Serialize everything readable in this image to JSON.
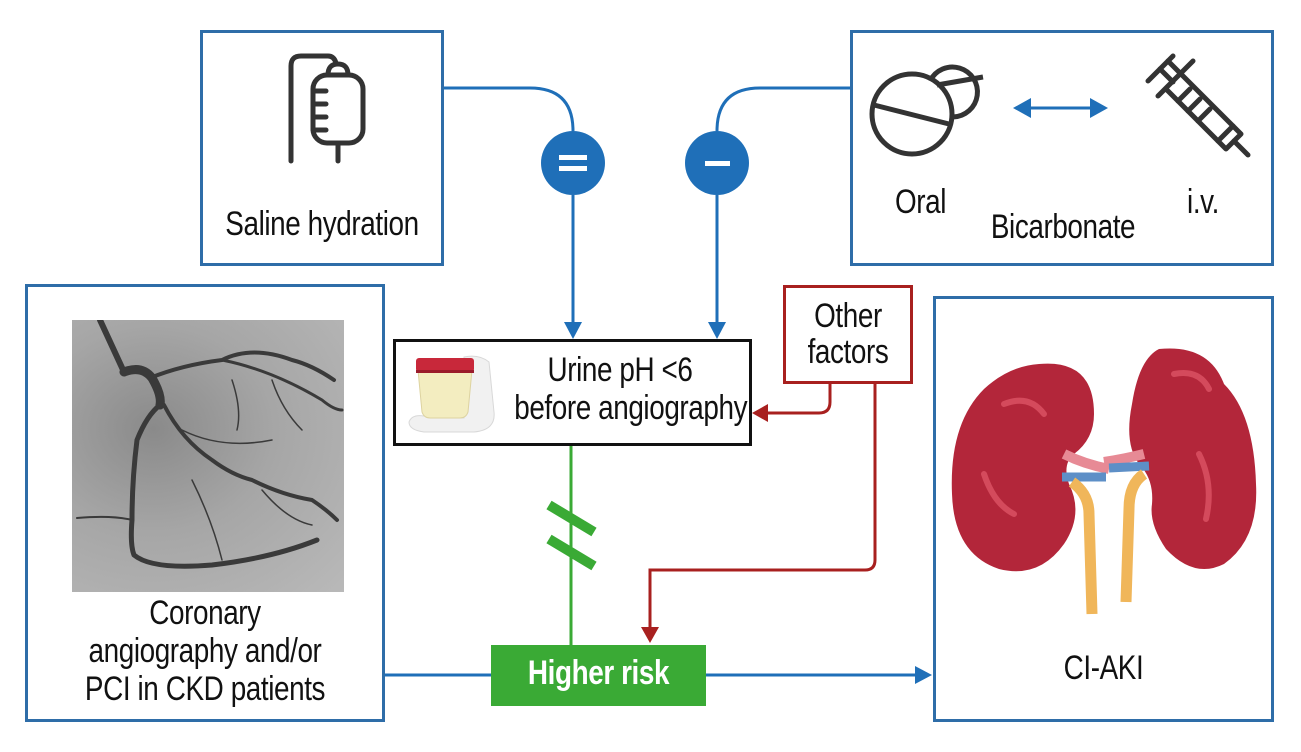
{
  "colors": {
    "blue": "#1f6fb8",
    "box_border": "#2e6da8",
    "red": "#a8201f",
    "green": "#3aaa35",
    "text": "#111111",
    "kidney": "#b3263a",
    "ureter": "#f0b65a",
    "vein": "#5d8fc7",
    "artery": "#e78a95"
  },
  "saline": {
    "label": "Saline hydration",
    "icon": "iv-bag-icon"
  },
  "bicarbonate": {
    "label": "Bicarbonate",
    "oral_label": "Oral",
    "iv_label": "i.v.",
    "oral_icon": "pills-icon",
    "iv_icon": "syringe-icon",
    "arrow_icon": "double-arrow-icon"
  },
  "symbols": {
    "equal": "=",
    "minus": "−"
  },
  "urine": {
    "line1": "Urine pH <6",
    "line2": "before angiography",
    "icon": "urine-sample-cup-icon"
  },
  "other_factors": {
    "line1": "Other",
    "line2": "factors"
  },
  "coronary": {
    "line1": "Coronary",
    "line2": "angiography and/or",
    "line3": "PCI in CKD patients",
    "image": "coronary-angiogram-image"
  },
  "higher_risk": {
    "label": "Higher risk"
  },
  "ci_aki": {
    "label": "CI-AKI",
    "image": "kidneys-illustration"
  }
}
